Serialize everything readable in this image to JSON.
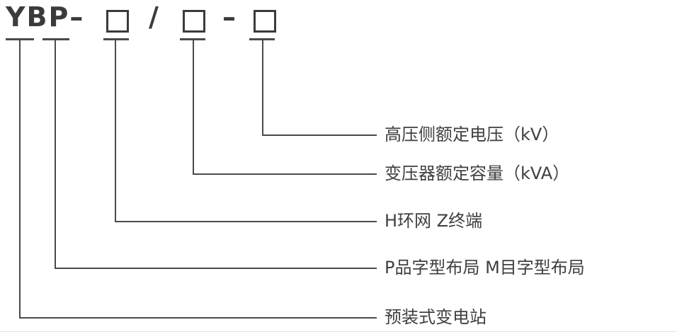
{
  "diagram": {
    "model_code": {
      "prefix": "YBP–",
      "slash": "/",
      "dash": "–"
    },
    "callouts": [
      {
        "id": "voltage",
        "label": "高压侧额定电压（kV）"
      },
      {
        "id": "capacity",
        "label": "变压器额定容量（kVA）"
      },
      {
        "id": "network",
        "label": "H环网 Z终端"
      },
      {
        "id": "layout",
        "label": "P品字型布局 M目字型布局"
      },
      {
        "id": "station",
        "label": "预装式变电站"
      }
    ],
    "colors": {
      "text": "#3b3b3b",
      "line": "#4a4a4a",
      "background": "#ffffff"
    }
  }
}
